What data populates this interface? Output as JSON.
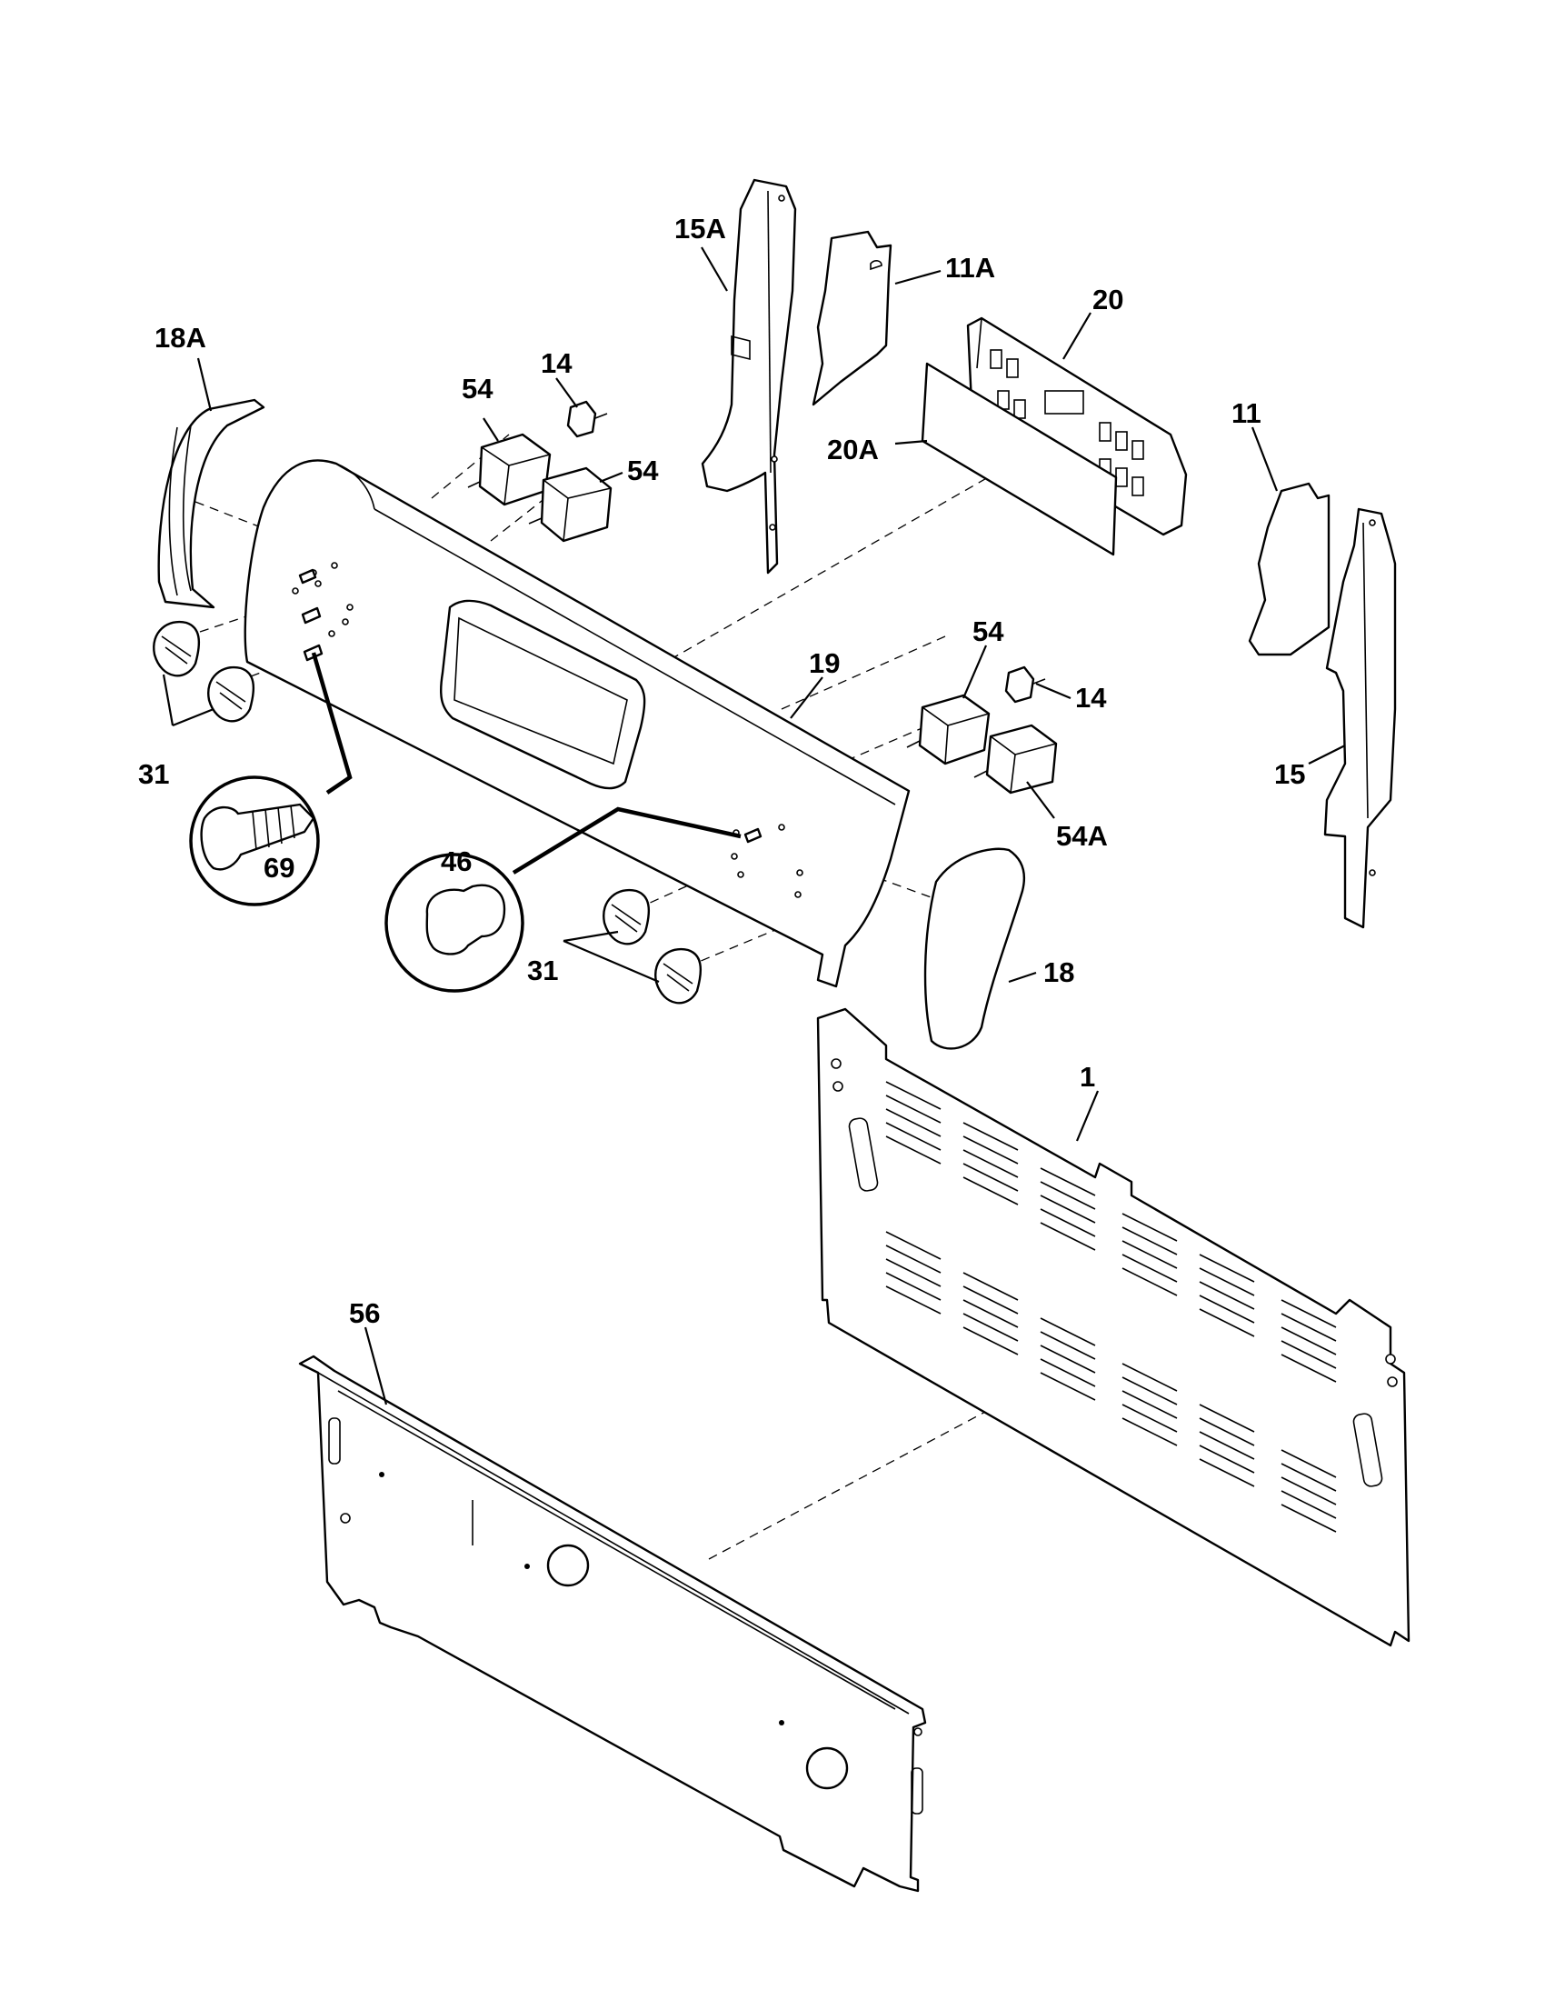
{
  "callouts": {
    "p15A": "15A",
    "p11A": "11A",
    "p20": "20",
    "p18A": "18A",
    "p14a": "14",
    "p54a": "54",
    "p54b": "54",
    "p20A": "20A",
    "p11": "11",
    "p19": "19",
    "p54c": "54",
    "p14b": "14",
    "p31a": "31",
    "p15": "15",
    "p54A": "54A",
    "p69": "69",
    "p46": "46",
    "p18": "18",
    "p31b": "31",
    "p1": "1",
    "p56": "56"
  }
}
